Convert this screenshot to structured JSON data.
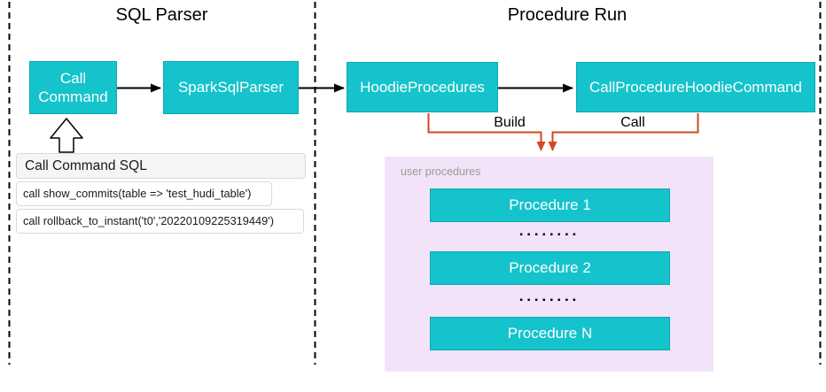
{
  "sections": [
    {
      "title": "SQL Parser"
    },
    {
      "title": "Procedure Run"
    }
  ],
  "nodes": {
    "call_command": {
      "label": "Call Command"
    },
    "spark_sql_parser": {
      "label": "SparkSqlParser"
    },
    "hoodie_procedures": {
      "label": "HoodieProcedures"
    },
    "call_procedure_hoodie_command": {
      "label": "CallProcedureHoodieCommand"
    }
  },
  "connectors": {
    "build_label": "Build",
    "call_label": "Call"
  },
  "sql_panel": {
    "title": "Call Command SQL",
    "statements": [
      "call show_commits(table => 'test_hudi_table')",
      "call rollback_to_instant('t0','20220109225319449')"
    ]
  },
  "user_procedures": {
    "label": "user procedures",
    "items": [
      {
        "label": "Procedure 1"
      },
      {
        "label": "Procedure 2"
      },
      {
        "label": "Procedure N"
      }
    ],
    "dots": "▪▪▪▪▪▪▪▪"
  },
  "colors": {
    "node_fill": "#14c3cb",
    "node_text": "#ffffff",
    "user_panel_fill": "#f2e3f8",
    "orange_connector": "#d1491c",
    "black_connector": "#000000",
    "muted_label": "#9b9b9b"
  }
}
